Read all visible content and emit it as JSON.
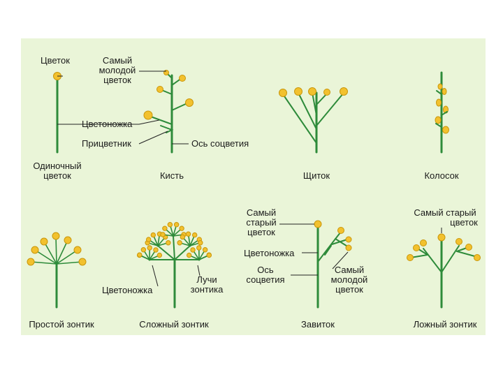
{
  "colors": {
    "background": "#eaf5d8",
    "stem": "#2e8b3a",
    "flower": "#f2c12e",
    "flower_edge": "#c9960a"
  },
  "labels": {
    "flower": "Цветок",
    "youngest_flower": [
      "Самый",
      "молодой",
      "цветок"
    ],
    "pedicel": "Цветоножка",
    "bract": "Прицветник",
    "inflorescence_axis": "Ось соцветия",
    "oldest_flower": [
      "Самый",
      "старый",
      "цветок"
    ],
    "pedicel_2": "Цветоножка",
    "inflorescence_axis_2": [
      "Ось",
      "соцветия"
    ],
    "youngest_flower_2": [
      "Самый",
      "молодой",
      "цветок"
    ],
    "oldest_flower_2": [
      "Самый старый",
      "цветок"
    ],
    "pedicel_3": "Цветоножка",
    "umbellet_rays": [
      "Лучи",
      "зонтика"
    ]
  },
  "types": {
    "solitary": [
      "Одиночный",
      "цветок"
    ],
    "raceme": "Кисть",
    "corymb": "Щиток",
    "spike": "Колосок",
    "simple_umbel": "Простой зонтик",
    "compound_umbel": "Сложный зонтик",
    "cincinnus": "Завиток",
    "false_umbel": "Ложный зонтик"
  }
}
